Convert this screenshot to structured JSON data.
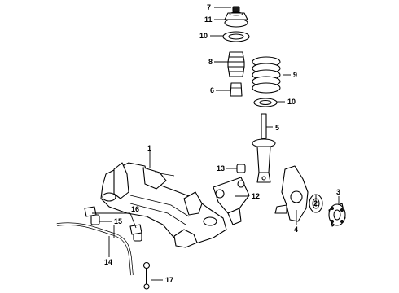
{
  "callouts": [
    {
      "id": "1",
      "label": "1"
    },
    {
      "id": "2",
      "label": "2"
    },
    {
      "id": "3",
      "label": "3"
    },
    {
      "id": "4",
      "label": "4"
    },
    {
      "id": "5",
      "label": "5"
    },
    {
      "id": "6",
      "label": "6"
    },
    {
      "id": "7",
      "label": "7"
    },
    {
      "id": "8",
      "label": "8"
    },
    {
      "id": "9",
      "label": "9"
    },
    {
      "id": "10a",
      "label": "10"
    },
    {
      "id": "10b",
      "label": "10"
    },
    {
      "id": "11",
      "label": "11"
    },
    {
      "id": "12",
      "label": "12"
    },
    {
      "id": "13",
      "label": "13"
    },
    {
      "id": "14",
      "label": "14"
    },
    {
      "id": "15",
      "label": "15"
    },
    {
      "id": "16",
      "label": "16"
    },
    {
      "id": "17",
      "label": "17"
    }
  ]
}
